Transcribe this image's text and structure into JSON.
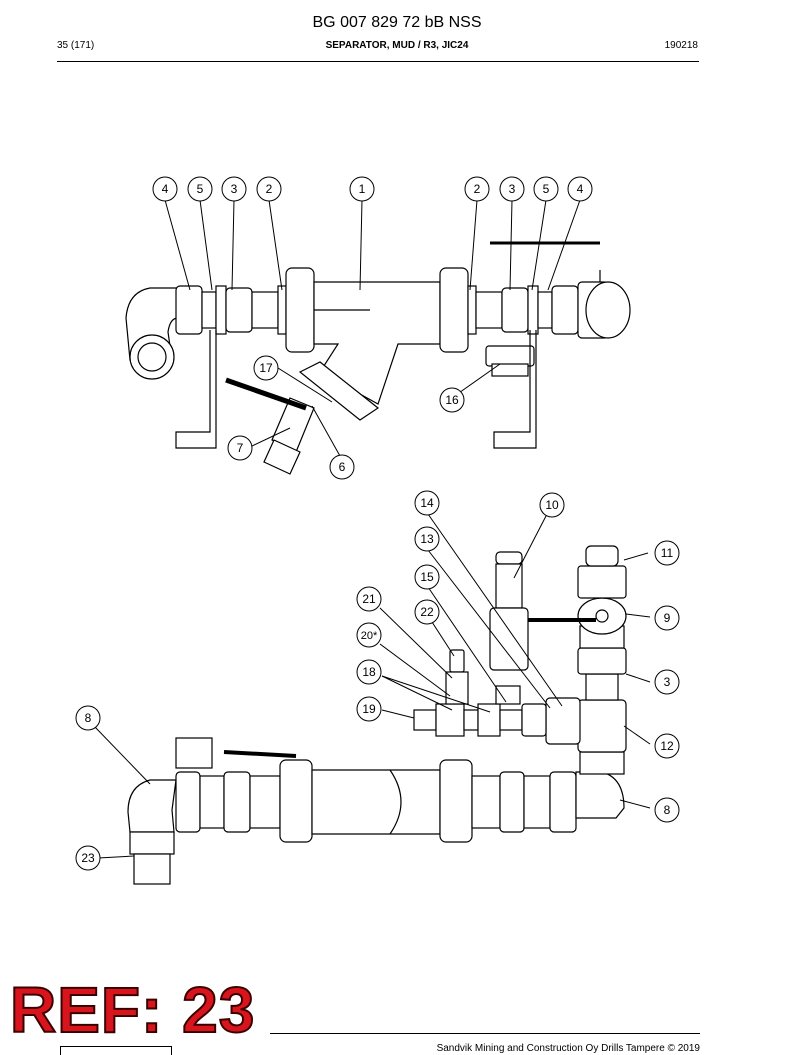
{
  "header": {
    "title": "BG 007 829 72 bB NSS",
    "page": "35 (171)",
    "subtitle": "SEPARATOR, MUD / R3, JIC24",
    "date": "190218"
  },
  "callouts_top": [
    "4",
    "5",
    "3",
    "2",
    "1",
    "2",
    "3",
    "5",
    "4",
    "17",
    "16",
    "7",
    "6"
  ],
  "callouts_bottom": [
    "14",
    "10",
    "13",
    "11",
    "15",
    "21",
    "9",
    "22",
    "20*",
    "18",
    "3",
    "19",
    "8",
    "12",
    "8",
    "23"
  ],
  "stamp": "REF: 23",
  "footer": {
    "text": "Sandvik Mining and Construction Oy Drills Tampere © 2019"
  }
}
